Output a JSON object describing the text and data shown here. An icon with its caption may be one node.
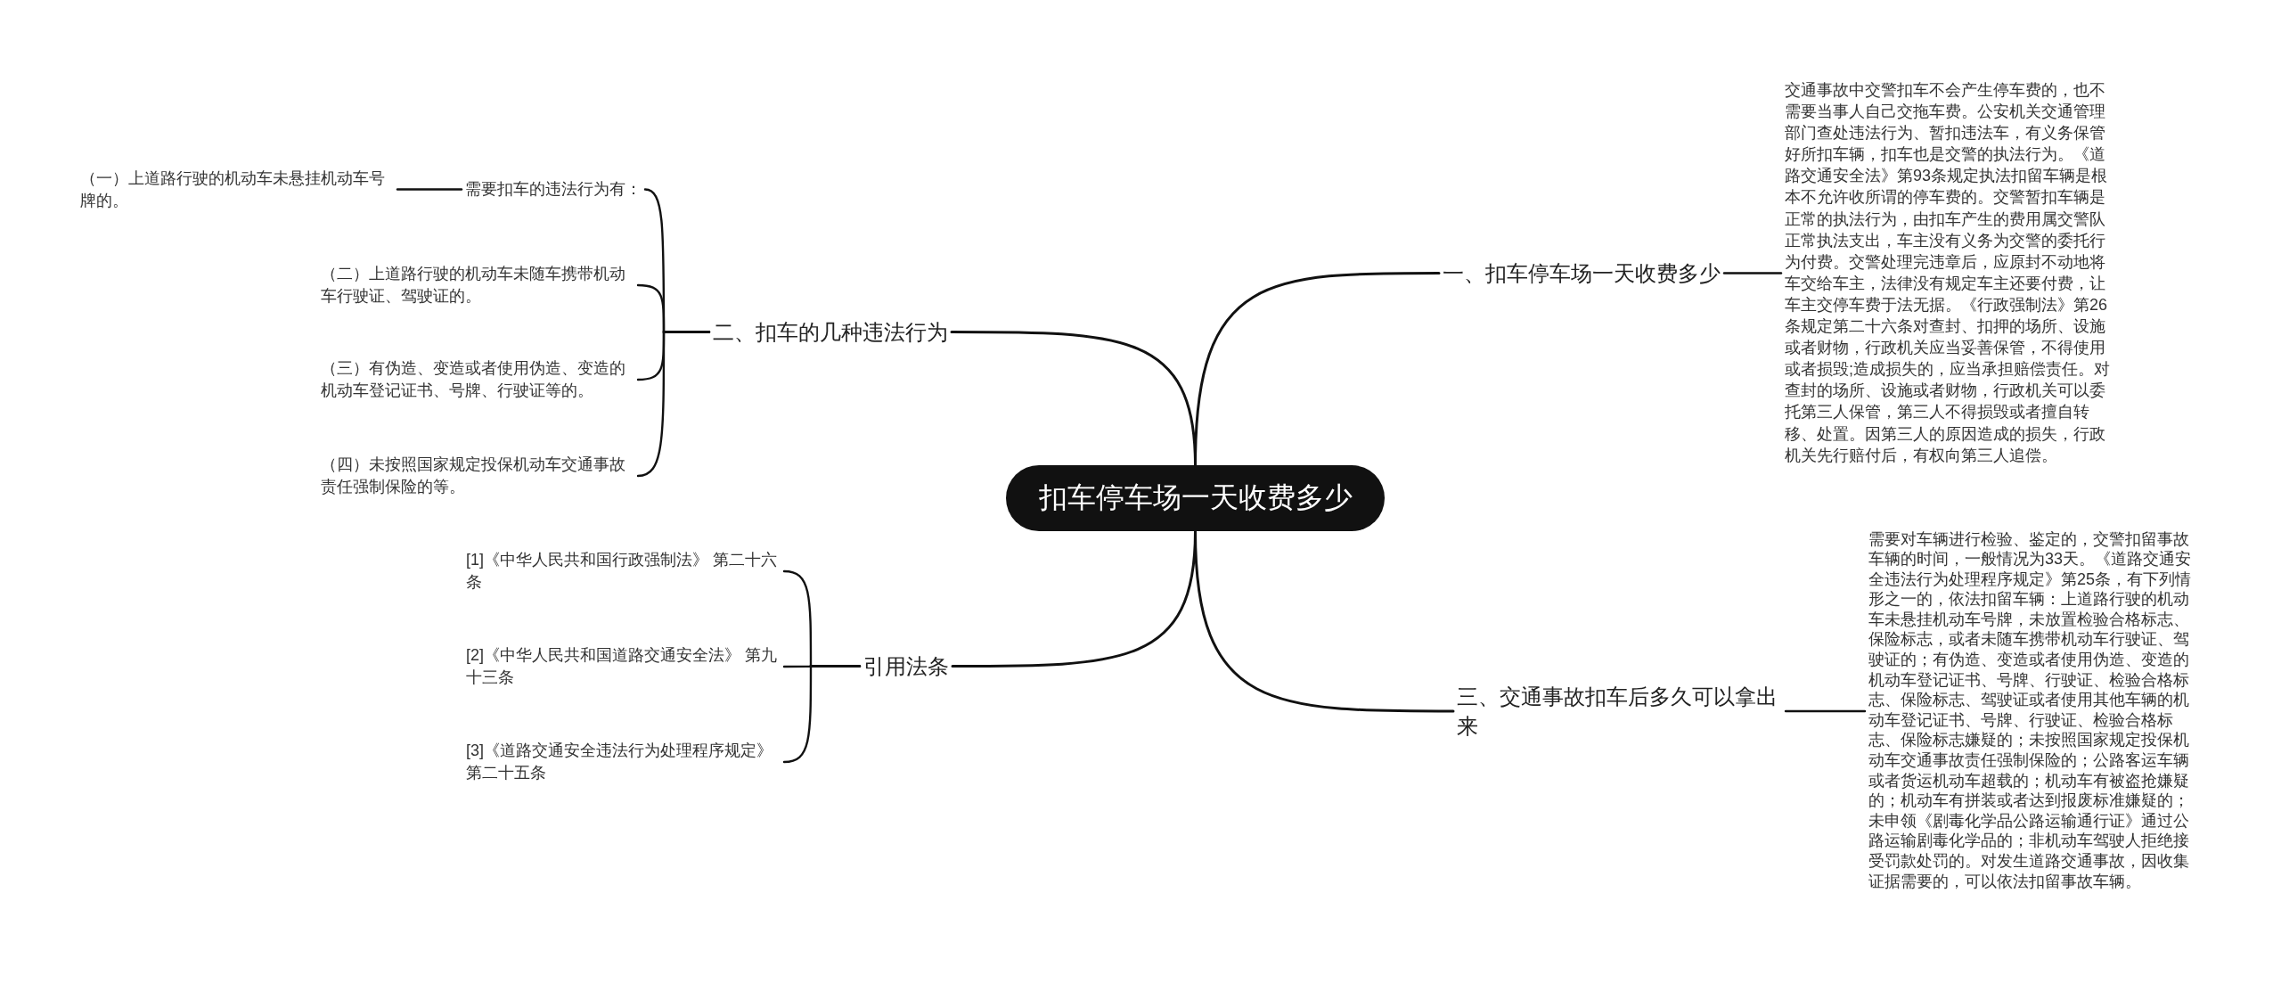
{
  "diagram": {
    "nodes": [
      {
        "text": [
          "扣车停车场一天收费多少"
        ]
      },
      {
        "text": [
          "一、扣车停车场一天收费多少"
        ]
      },
      {
        "text": [
          "交通事故中交警扣车不会产生停车费的，也不需要当事人自己交拖车费。公安机关交通管理部门查处违法行为、暂扣违法车，有义务保管好所扣车辆，扣车也是交警的执法行为。《道路交通安全法》第93条规定执法扣留车辆是根本不允许收所谓的停车费的。交警暂扣车辆是正常的执法行为，由扣车产生的费用属交警队正常执法支出，车主没有义务为交警的委托行为付费。交警处理完违章后，应原封不动地将车交给车主，法律没有规定车主还要付费，让车主交停车费于法无据。《行政强制法》第26条规定第二十六条对查封、扣押的场所、设施或者财物，行政机关应当妥善保管，不得使用或者损毁;造成损失的，应当承担赔偿责任。对查封的场所、设施或者财物，行政机关可以委托第三人保管，第三人不得损毁或者擅自转移、处置。因第三人的原因造成的损失，行政机关先行赔付后，有权向第三人追偿。"
        ]
      },
      {
        "text": [
          "二、扣车的几种违法行为"
        ]
      },
      {
        "text": [
          "需要扣车的违法行为有："
        ]
      },
      {
        "text": [
          "（一）上道路行驶的机动车未悬挂机动车号牌的。"
        ]
      },
      {
        "text": [
          "（二）上道路行驶的机动车未随车携带机动车行驶证、驾驶证的。"
        ]
      },
      {
        "text": [
          "（三）有伪造、变造或者使用伪造、变造的机动车登记证书、号牌、行驶证等的。"
        ]
      },
      {
        "text": [
          "（四）未按照国家规定投保机动车交通事故责任强制保险的等。"
        ]
      },
      {
        "text": [
          "三、交通事故扣车后多久可以拿出来"
        ]
      },
      {
        "text": [
          "需要对车辆进行检验、鉴定的，交警扣留事故车辆的时间，一般情况为33天。《道路交通安全违法行为处理程序规定》第25条，有下列情形之一的，依法扣留车辆：上道路行驶的机动车未悬挂机动车号牌，未放置检验合格标志、保险标志，或者未随车携带机动车行驶证、驾驶证的；有伪造、变造或者使用伪造、变造的机动车登记证书、号牌、行驶证、检验合格标志、保险标志、驾驶证或者使用其他车辆的机动车登记证书、号牌、行驶证、检验合格标志、保险标志嫌疑的；未按照国家规定投保机动车交通事故责任强制保险的；公路客运车辆或者货运机动车超载的；机动车有被盗抢嫌疑的；机动车有拼装或者达到报废标准嫌疑的；未申领《剧毒化学品公路运输通行证》通过公路运输剧毒化学品的；非机动车驾驶人拒绝接受罚款处罚的。对发生道路交通事故，因收集证据需要的，可以依法扣留事故车辆。"
        ]
      },
      {
        "text": [
          "引用法条"
        ]
      },
      {
        "text": [
          "[1]《中华人民共和国行政强制法》 第二十六条"
        ]
      },
      {
        "text": [
          "[2]《中华人民共和国道路交通安全法》 第九十三条"
        ]
      },
      {
        "text": [
          "[3]《道路交通安全违法行为处理程序规定》第二十五条"
        ]
      }
    ],
    "edges": [
      {
        "from": 0,
        "to": 1,
        "arrow": "none"
      },
      {
        "from": 1,
        "to": 2,
        "arrow": "none"
      },
      {
        "from": 0,
        "to": 3,
        "arrow": "none"
      },
      {
        "from": 3,
        "to": 4,
        "arrow": "none"
      },
      {
        "from": 4,
        "to": 5,
        "arrow": "none"
      },
      {
        "from": 3,
        "to": 6,
        "arrow": "none"
      },
      {
        "from": 3,
        "to": 7,
        "arrow": "none"
      },
      {
        "from": 3,
        "to": 8,
        "arrow": "none"
      },
      {
        "from": 0,
        "to": 9,
        "arrow": "none"
      },
      {
        "from": 9,
        "to": 10,
        "arrow": "none"
      },
      {
        "from": 0,
        "to": 11,
        "arrow": "none"
      },
      {
        "from": 11,
        "to": 12,
        "arrow": "none"
      },
      {
        "from": 11,
        "to": 13,
        "arrow": "none"
      },
      {
        "from": 11,
        "to": 14,
        "arrow": "none"
      }
    ]
  }
}
